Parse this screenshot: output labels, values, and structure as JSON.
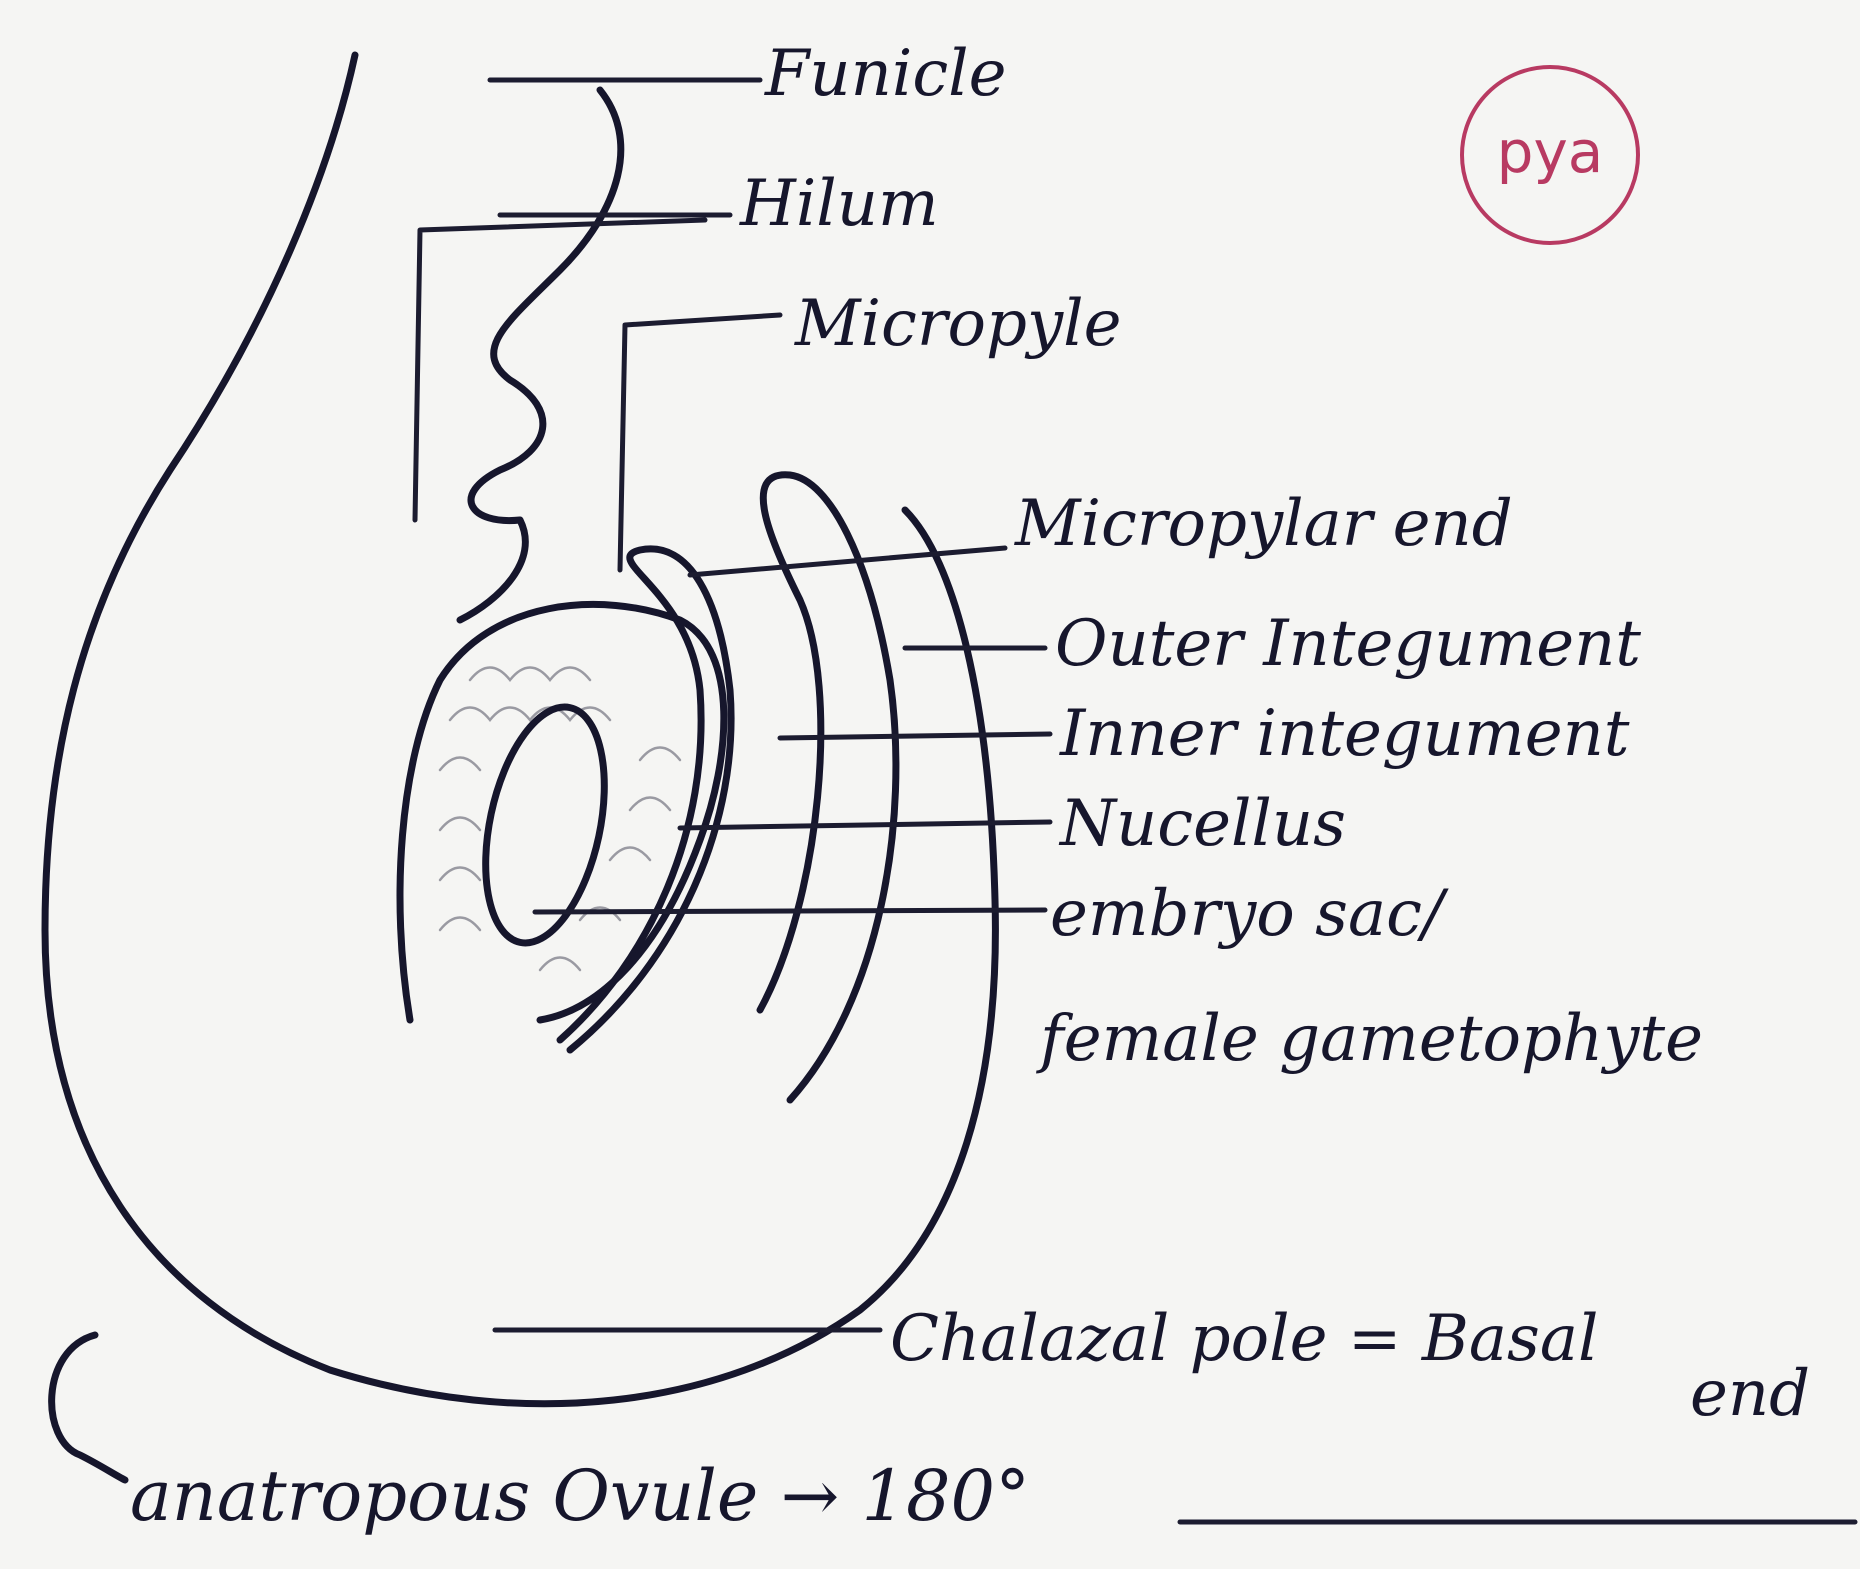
{
  "labels": {
    "funicle": "Funicle",
    "hilum": "Hilum",
    "micropyle": "Micropyle",
    "micropylar_end": "Micropylar end",
    "outer_integument": "Outer Integument",
    "inner_integument": "Inner integument",
    "nucellus": "Nucellus",
    "embryo_sac": "embryo sac/",
    "female_gametophyte": "female gametophyte",
    "chalazal_pole": "Chalazal pole = Basal",
    "chalazal_end": "end"
  },
  "caption": "anatropous Ovule → 180°",
  "stamp": "pya",
  "colors": {
    "ink": "#16162c",
    "stamp": "#b83a62",
    "paper": "#f5f5f3"
  }
}
